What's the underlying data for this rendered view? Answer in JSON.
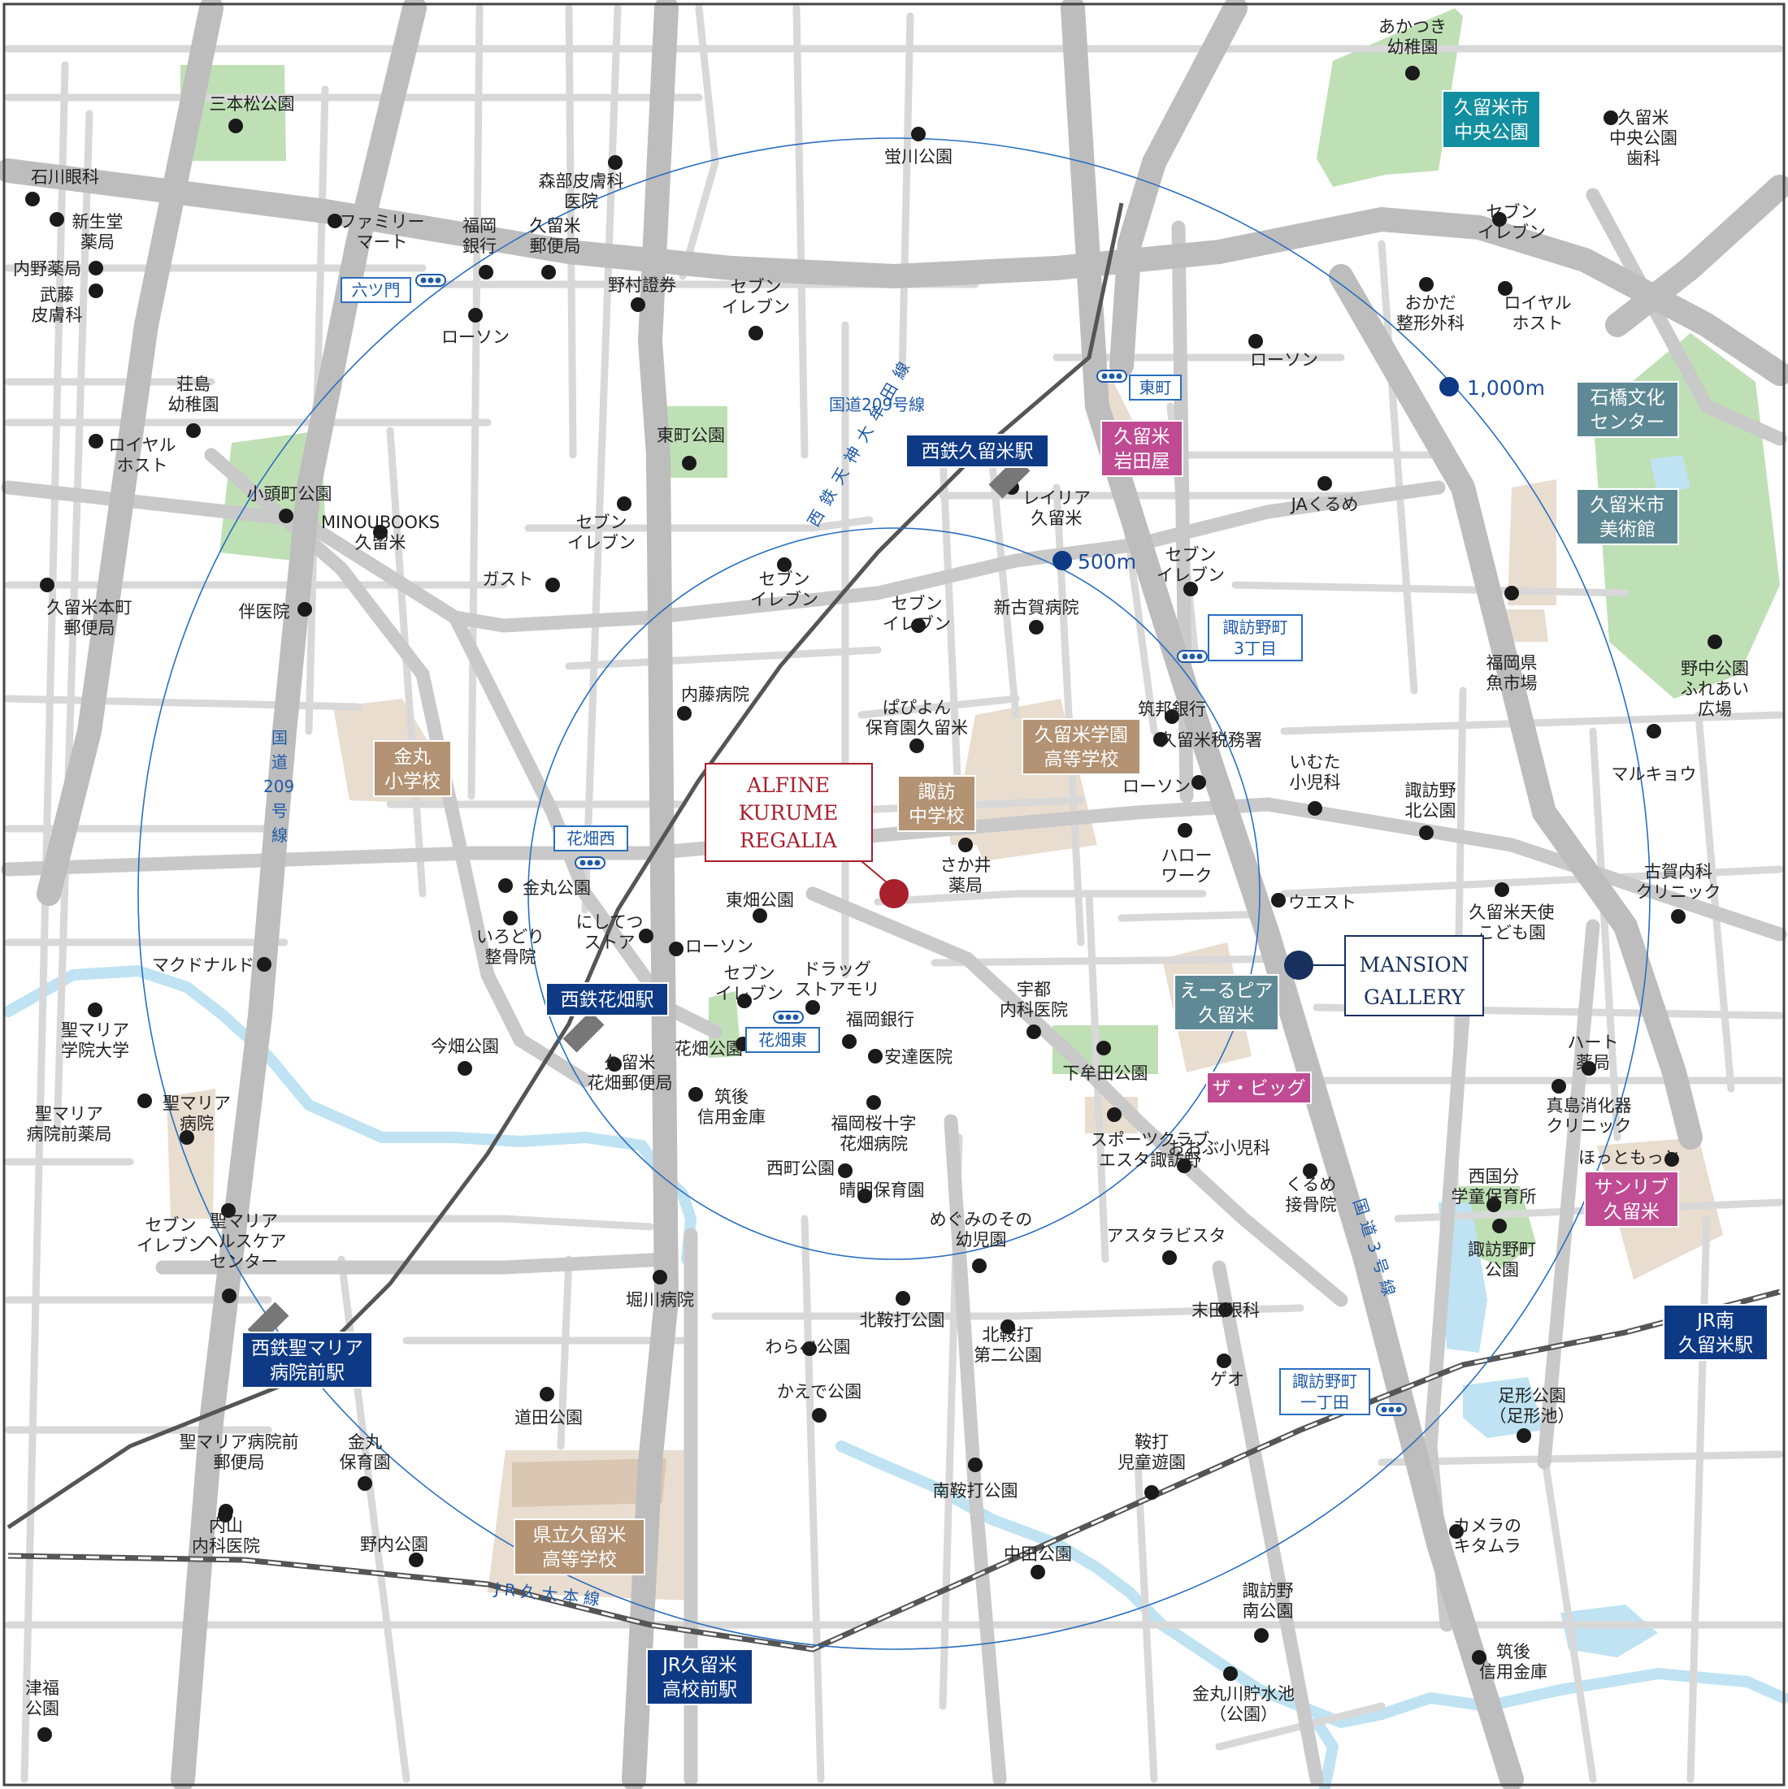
{
  "colors": {
    "station": "#0e3a85",
    "site": "#a8202c",
    "gallery": "#17305e",
    "school": "#b39373",
    "teal": "#128fa0",
    "slate": "#5f8a95",
    "magenta": "#c04b93",
    "circle": "#2a6fc0",
    "park": "#bfe0b5"
  },
  "property": {
    "line1": "ALFINE",
    "line2": "KURUME",
    "line3": "REGALIA"
  },
  "gallery": {
    "line1": "MANSION",
    "line2": "GALLERY"
  },
  "distances": {
    "inner": "500m",
    "outer": "1,000m"
  },
  "stations": [
    {
      "line1": "西鉄久留米駅",
      "line2": ""
    },
    {
      "line1": "西鉄花畑駅",
      "line2": ""
    },
    {
      "line1": "西鉄聖マリア",
      "line2": "病院前駅"
    },
    {
      "line1": "JR久留米",
      "line2": "高校前駅"
    },
    {
      "line1": "JR南",
      "line2": "久留米駅"
    }
  ],
  "stops": [
    "六ツ門",
    "東町",
    "花畑西",
    "花畑東",
    "諏訪野町",
    "3丁目",
    "諏訪野町",
    "一丁田"
  ],
  "routes": {
    "rt209_north": "国道209号線",
    "rt209_v1": "国",
    "rt209_v2": "道",
    "rt209_v3": "209",
    "rt209_v4": "号",
    "rt209_v5": "線",
    "nishitetsu": "西鉄天神大牟田線",
    "rt3": "国道3号線",
    "jr": "JR久大本線"
  },
  "school_labels": [
    {
      "line1": "金丸",
      "line2": "小学校"
    },
    {
      "line1": "諏訪",
      "line2": "中学校"
    },
    {
      "line1": "久留米学園",
      "line2": "高等学校"
    },
    {
      "line1": "県立久留米",
      "line2": "高等学校"
    }
  ],
  "teal_labels": [
    {
      "line1": "久留米市",
      "line2": "中央公園"
    }
  ],
  "slate_labels": [
    {
      "line1": "石橋文化",
      "line2": "センター"
    },
    {
      "line1": "久留米市",
      "line2": "美術館"
    },
    {
      "line1": "えーるピア",
      "line2": "久留米"
    }
  ],
  "magenta_labels": [
    {
      "line1": "久留米",
      "line2": "岩田屋"
    },
    {
      "line1": "ザ・ビッグ",
      "line2": ""
    },
    {
      "line1": "サンリブ",
      "line2": "久留米"
    }
  ],
  "pois": [
    {
      "l1": "三本松公園",
      "l2": "",
      "l3": ""
    },
    {
      "l1": "石川眼科",
      "l2": "",
      "l3": ""
    },
    {
      "l1": "新生堂",
      "l2": "薬局",
      "l3": ""
    },
    {
      "l1": "内野薬局",
      "l2": "",
      "l3": ""
    },
    {
      "l1": "武藤",
      "l2": "皮膚科",
      "l3": ""
    },
    {
      "l1": "ファミリー",
      "l2": "マート",
      "l3": ""
    },
    {
      "l1": "福岡",
      "l2": "銀行",
      "l3": ""
    },
    {
      "l1": "久留米",
      "l2": "郵便局",
      "l3": ""
    },
    {
      "l1": "森部皮膚科",
      "l2": "医院",
      "l3": ""
    },
    {
      "l1": "蛍川公園",
      "l2": "",
      "l3": ""
    },
    {
      "l1": "野村證券",
      "l2": "",
      "l3": ""
    },
    {
      "l1": "セブン",
      "l2": "イレブン",
      "l3": ""
    },
    {
      "l1": "ローソン",
      "l2": "",
      "l3": ""
    },
    {
      "l1": "あかつき",
      "l2": "幼稚園",
      "l3": ""
    },
    {
      "l1": "久留米",
      "l2": "中央公園",
      "l3": "歯科"
    },
    {
      "l1": "セブン",
      "l2": "イレブン",
      "l3": ""
    },
    {
      "l1": "おかだ",
      "l2": "整形外科",
      "l3": ""
    },
    {
      "l1": "ロイヤル",
      "l2": "ホスト",
      "l3": ""
    },
    {
      "l1": "荘島",
      "l2": "幼稚園",
      "l3": ""
    },
    {
      "l1": "ロイヤル",
      "l2": "ホスト",
      "l3": ""
    },
    {
      "l1": "東町公園",
      "l2": "",
      "l3": ""
    },
    {
      "l1": "ローソン",
      "l2": "",
      "l3": ""
    },
    {
      "l1": "小頭町公園",
      "l2": "",
      "l3": ""
    },
    {
      "l1": "MINOUBOOKS",
      "l2": "久留米",
      "l3": ""
    },
    {
      "l1": "セブン",
      "l2": "イレブン",
      "l3": ""
    },
    {
      "l1": "ガスト",
      "l2": "",
      "l3": ""
    },
    {
      "l1": "レイリア",
      "l2": "久留米",
      "l3": ""
    },
    {
      "l1": "JAくるめ",
      "l2": "",
      "l3": ""
    },
    {
      "l1": "久留米本町",
      "l2": "郵便局",
      "l3": ""
    },
    {
      "l1": "伴医院",
      "l2": "",
      "l3": ""
    },
    {
      "l1": "セブン",
      "l2": "イレブン",
      "l3": ""
    },
    {
      "l1": "セブン",
      "l2": "イレブン",
      "l3": ""
    },
    {
      "l1": "新古賀病院",
      "l2": "",
      "l3": ""
    },
    {
      "l1": "セブン",
      "l2": "イレブン",
      "l3": ""
    },
    {
      "l1": "福岡県",
      "l2": "魚市場",
      "l3": ""
    },
    {
      "l1": "野中公園",
      "l2": "ふれあい",
      "l3": "広場"
    },
    {
      "l1": "内藤病院",
      "l2": "",
      "l3": ""
    },
    {
      "l1": "ぱぴよん",
      "l2": "保育園久留米",
      "l3": ""
    },
    {
      "l1": "筑邦銀行",
      "l2": "",
      "l3": ""
    },
    {
      "l1": "久留米税務署",
      "l2": "",
      "l3": ""
    },
    {
      "l1": "マルキョウ",
      "l2": "",
      "l3": ""
    },
    {
      "l1": "ローソン",
      "l2": "",
      "l3": ""
    },
    {
      "l1": "いむた",
      "l2": "小児科",
      "l3": ""
    },
    {
      "l1": "諏訪野",
      "l2": "北公園",
      "l3": ""
    },
    {
      "l1": "さか井",
      "l2": "薬局",
      "l3": ""
    },
    {
      "l1": "ハロー",
      "l2": "ワーク",
      "l3": ""
    },
    {
      "l1": "金丸公園",
      "l2": "",
      "l3": ""
    },
    {
      "l1": "東畑公園",
      "l2": "",
      "l3": ""
    },
    {
      "l1": "古賀内科",
      "l2": "クリニック",
      "l3": ""
    },
    {
      "l1": "いろどり",
      "l2": "整骨院",
      "l3": ""
    },
    {
      "l1": "にしてつ",
      "l2": "ストア",
      "l3": ""
    },
    {
      "l1": "ローソン",
      "l2": "",
      "l3": ""
    },
    {
      "l1": "ウエスト",
      "l2": "",
      "l3": ""
    },
    {
      "l1": "久留米天使",
      "l2": "こども園",
      "l3": ""
    },
    {
      "l1": "マクドナルド",
      "l2": "",
      "l3": ""
    },
    {
      "l1": "セブン",
      "l2": "イレブン",
      "l3": ""
    },
    {
      "l1": "ドラッグ",
      "l2": "ストアモリ",
      "l3": ""
    },
    {
      "l1": "宇都",
      "l2": "内科医院",
      "l3": ""
    },
    {
      "l1": "聖マリア",
      "l2": "学院大学",
      "l3": ""
    },
    {
      "l1": "福岡銀行",
      "l2": "",
      "l3": ""
    },
    {
      "l1": "ハート",
      "l2": "薬局",
      "l3": ""
    },
    {
      "l1": "今畑公園",
      "l2": "",
      "l3": ""
    },
    {
      "l1": "花畑公園",
      "l2": "",
      "l3": ""
    },
    {
      "l1": "安達医院",
      "l2": "",
      "l3": ""
    },
    {
      "l1": "下牟田公園",
      "l2": "",
      "l3": ""
    },
    {
      "l1": "聖マリア",
      "l2": "病院前薬局",
      "l3": ""
    },
    {
      "l1": "聖マリア",
      "l2": "病院",
      "l3": ""
    },
    {
      "l1": "久留米",
      "l2": "花畑郵便局",
      "l3": ""
    },
    {
      "l1": "筑後",
      "l2": "信用金庫",
      "l3": ""
    },
    {
      "l1": "真島消化器",
      "l2": "クリニック",
      "l3": ""
    },
    {
      "l1": "福岡桜十字",
      "l2": "花畑病院",
      "l3": ""
    },
    {
      "l1": "スポーツクラブ",
      "l2": "エスタ諏訪野",
      "l3": ""
    },
    {
      "l1": "おおぶ小児科",
      "l2": "",
      "l3": ""
    },
    {
      "l1": "ほっともっと",
      "l2": "",
      "l3": ""
    },
    {
      "l1": "西町公園",
      "l2": "",
      "l3": ""
    },
    {
      "l1": "西国分",
      "l2": "学童保育所",
      "l3": ""
    },
    {
      "l1": "晴明保育園",
      "l2": "",
      "l3": ""
    },
    {
      "l1": "くるめ",
      "l2": "接骨院",
      "l3": ""
    },
    {
      "l1": "セブン",
      "l2": "イレブン",
      "l3": ""
    },
    {
      "l1": "聖マリア",
      "l2": "ヘルスケア",
      "l3": "センター"
    },
    {
      "l1": "めぐみのその",
      "l2": "幼児園",
      "l3": ""
    },
    {
      "l1": "アスタラビスタ",
      "l2": "",
      "l3": ""
    },
    {
      "l1": "諏訪野町",
      "l2": "公園",
      "l3": ""
    },
    {
      "l1": "堀川病院",
      "l2": "",
      "l3": ""
    },
    {
      "l1": "北鞍打公園",
      "l2": "",
      "l3": ""
    },
    {
      "l1": "末田眼科",
      "l2": "",
      "l3": ""
    },
    {
      "l1": "わらべ公園",
      "l2": "",
      "l3": ""
    },
    {
      "l1": "北鞍打",
      "l2": "第二公園",
      "l3": ""
    },
    {
      "l1": "ゲオ",
      "l2": "",
      "l3": ""
    },
    {
      "l1": "かえで公園",
      "l2": "",
      "l3": ""
    },
    {
      "l1": "道田公園",
      "l2": "",
      "l3": ""
    },
    {
      "l1": "足形公園",
      "l2": "（足形池）",
      "l3": ""
    },
    {
      "l1": "聖マリア病院前",
      "l2": "郵便局",
      "l3": ""
    },
    {
      "l1": "金丸",
      "l2": "保育園",
      "l3": ""
    },
    {
      "l1": "鞍打",
      "l2": "児童遊園",
      "l3": ""
    },
    {
      "l1": "南鞍打公園",
      "l2": "",
      "l3": ""
    },
    {
      "l1": "カメラの",
      "l2": "キタムラ",
      "l3": ""
    },
    {
      "l1": "内山",
      "l2": "内科医院",
      "l3": ""
    },
    {
      "l1": "野内公園",
      "l2": "",
      "l3": ""
    },
    {
      "l1": "中田公園",
      "l2": "",
      "l3": ""
    },
    {
      "l1": "諏訪野",
      "l2": "南公園",
      "l3": ""
    },
    {
      "l1": "筑後",
      "l2": "信用金庫",
      "l3": ""
    },
    {
      "l1": "津福",
      "l2": "公園",
      "l3": ""
    },
    {
      "l1": "金丸川貯水池",
      "l2": "（公園）",
      "l3": ""
    }
  ]
}
